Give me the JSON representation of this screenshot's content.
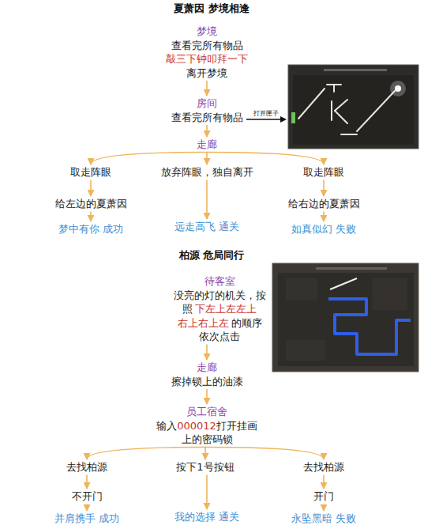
{
  "diagram": {
    "title": "夏萧因 梦境相逢",
    "nodes": [
      {
        "text": [
          "梦境",
          "查看完所有物品",
          "敲三下钟叩拜一下",
          "离开梦境"
        ]
      },
      {
        "text": [
          "房间",
          "查看完所有物品"
        ]
      },
      {
        "text": [
          "走廊"
        ]
      },
      {
        "text": [
          "取走阵眼"
        ]
      },
      {
        "text": [
          "给左边的夏萧因"
        ]
      },
      {
        "text": [
          "梦中有你 成功"
        ]
      },
      {
        "text": [
          "放弃阵眼，独自离开"
        ]
      },
      {
        "text": [
          "远走高飞 通关"
        ]
      },
      {
        "text": [
          "取走阵眼"
        ]
      },
      {
        "text": [
          "给右边的夏萧因"
        ]
      },
      {
        "text": [
          "如真似幻 失败"
        ]
      },
      {
        "text": [
          "待客室",
          "没亮的灯的机关，按 照",
          "下左上左左上 右上右上左",
          "的顺序 依次点击"
        ]
      },
      {
        "text": [
          "走廊",
          "擦掉锁上的油漆"
        ]
      },
      {
        "text": [
          "员工宿舍",
          "输入",
          "000012",
          "打开挂画 上的密码锁"
        ]
      },
      {
        "text": [
          "去找柏源"
        ]
      },
      {
        "text": [
          "不开门"
        ]
      },
      {
        "text": [
          "并肩携手 成功"
        ]
      },
      {
        "text": [
          "按下1号按钮"
        ]
      },
      {
        "text": [
          "我的选择 通关"
        ]
      },
      {
        "text": [
          "去找柏源"
        ]
      },
      {
        "text": [
          "开门"
        ]
      },
      {
        "text": [
          "永坠黑暗 失败"
        ]
      }
    ],
    "edges": [
      {
        "from": 0,
        "to": 1,
        "arrow": "to"
      },
      {
        "from": 1,
        "to": 2,
        "arrow": "to"
      },
      {
        "from": 2,
        "to": 3,
        "arrow": "to"
      },
      {
        "from": 2,
        "to": 6,
        "arrow": "to"
      },
      {
        "from": 2,
        "to": 8,
        "arrow": "to"
      },
      {
        "from": 3,
        "to": 4,
        "arrow": "to"
      },
      {
        "from": 4,
        "to": 5,
        "arrow": "to"
      },
      {
        "from": 6,
        "to": 7,
        "arrow": "to"
      },
      {
        "from": 8,
        "to": 9,
        "arrow": "to"
      },
      {
        "from": 9,
        "to": 10,
        "arrow": "to"
      },
      {
        "from": 11,
        "to": 12,
        "arrow": "to"
      },
      {
        "from": 12,
        "to": 13,
        "arrow": "to"
      },
      {
        "from": 13,
        "to": 14,
        "arrow": "to"
      },
      {
        "from": 13,
        "to": 17,
        "arrow": "to"
      },
      {
        "from": 13,
        "to": 19,
        "arrow": "to"
      },
      {
        "from": 14,
        "to": 15,
        "arrow": "to"
      },
      {
        "from": 15,
        "to": 16,
        "arrow": "to"
      },
      {
        "from": 17,
        "to": 18,
        "arrow": "to"
      },
      {
        "from": 19,
        "to": 20,
        "arrow": "to"
      },
      {
        "from": 20,
        "to": 21,
        "arrow": "to"
      }
    ],
    "labels": [
      "柏源 危局同行",
      "打开匣子"
    ]
  }
}
